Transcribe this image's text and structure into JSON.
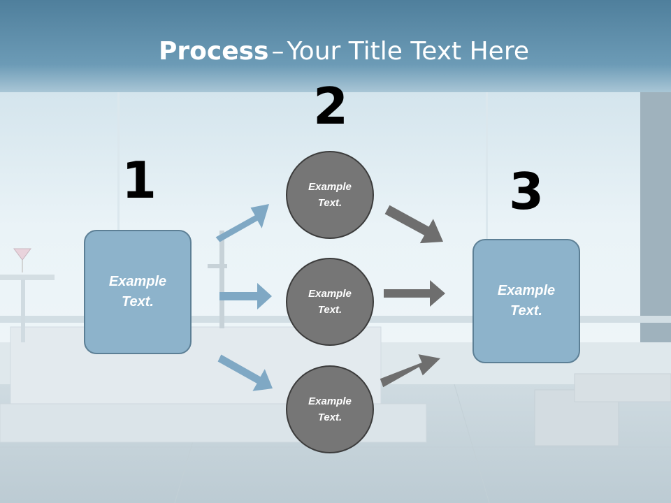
{
  "title": {
    "bold": "Process",
    "separator": "–",
    "rest": "Your Title Text Here"
  },
  "steps": [
    {
      "number": "1",
      "text_line1": "Example",
      "text_line2": "Text."
    },
    {
      "number": "2"
    },
    {
      "number": "3",
      "text_line1": "Example",
      "text_line2": "Text."
    }
  ],
  "circles": [
    {
      "text_line1": "Example",
      "text_line2": "Text."
    },
    {
      "text_line1": "Example",
      "text_line2": "Text."
    },
    {
      "text_line1": "Example",
      "text_line2": "Text."
    }
  ],
  "colors": {
    "box_fill": "#8db3cb",
    "box_border": "#5c7f95",
    "circle_fill": "#767676",
    "circle_border": "#3c3c3c",
    "blue_arrow": "#7fa8c4",
    "gray_arrow": "#6e6e6e",
    "title_band": "#5f8fab"
  }
}
